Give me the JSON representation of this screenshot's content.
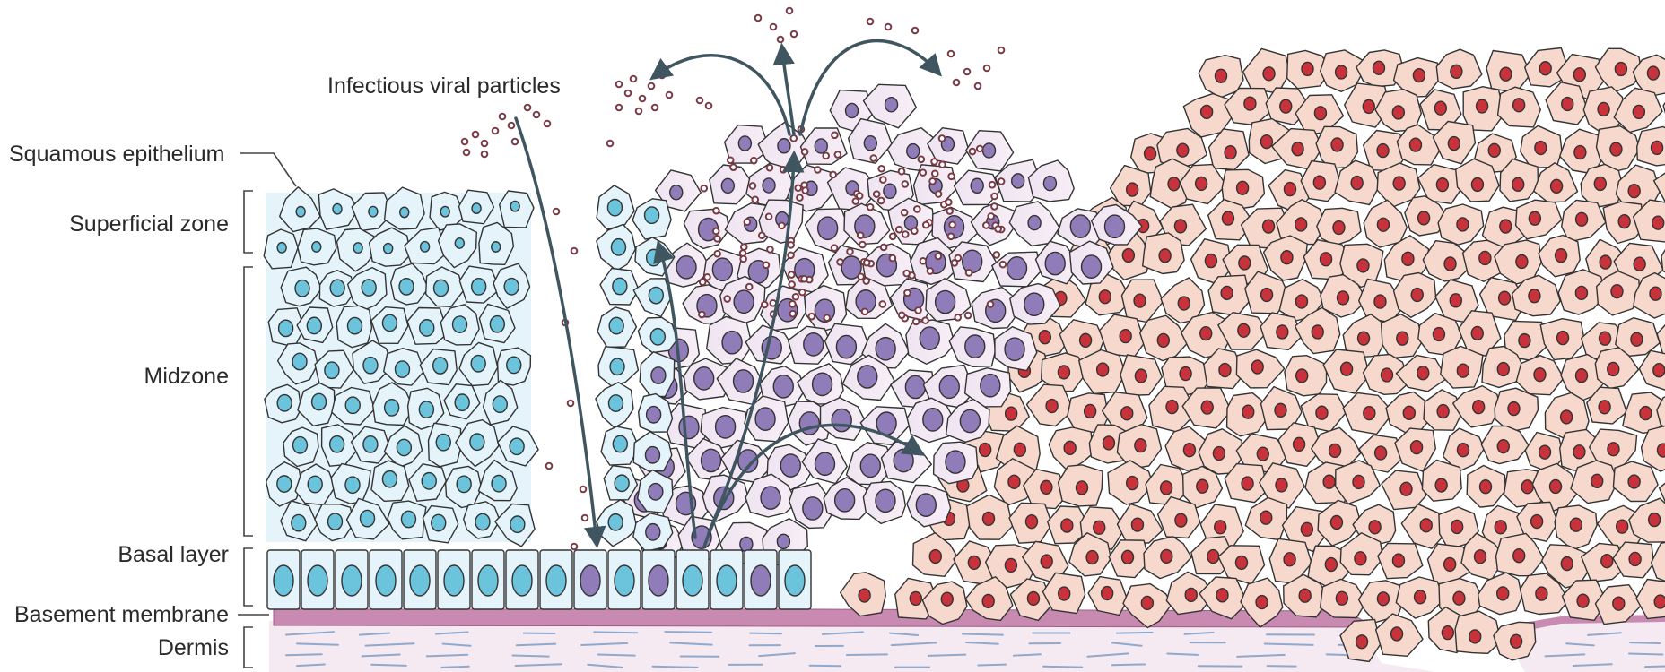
{
  "labels": {
    "infectious_viral_particles": "Infectious viral particles",
    "squamous_epithelium": "Squamous epithelium",
    "superficial_zone": "Superficial zone",
    "midzone": "Midzone",
    "basal_layer": "Basal layer",
    "basement_membrane": "Basement membrane",
    "dermis": "Dermis"
  },
  "colors": {
    "normal_cell_fill": "#e4f4fa",
    "normal_nucleus": "#6cc3dc",
    "infected_cell_fill": "#f3ecf4",
    "infected_nucleus": "#8f7cb9",
    "neoplastic_cell_fill": "#f6d8cd",
    "neoplastic_nucleus": "#c8323a",
    "virus_particle": "#7a3a45",
    "basement_membrane": "#c98ab1",
    "dermis_fill": "#f5eaf1",
    "dermis_fibers": "#8fa8cc",
    "arrow": "#3f5560",
    "outline": "#333333"
  }
}
